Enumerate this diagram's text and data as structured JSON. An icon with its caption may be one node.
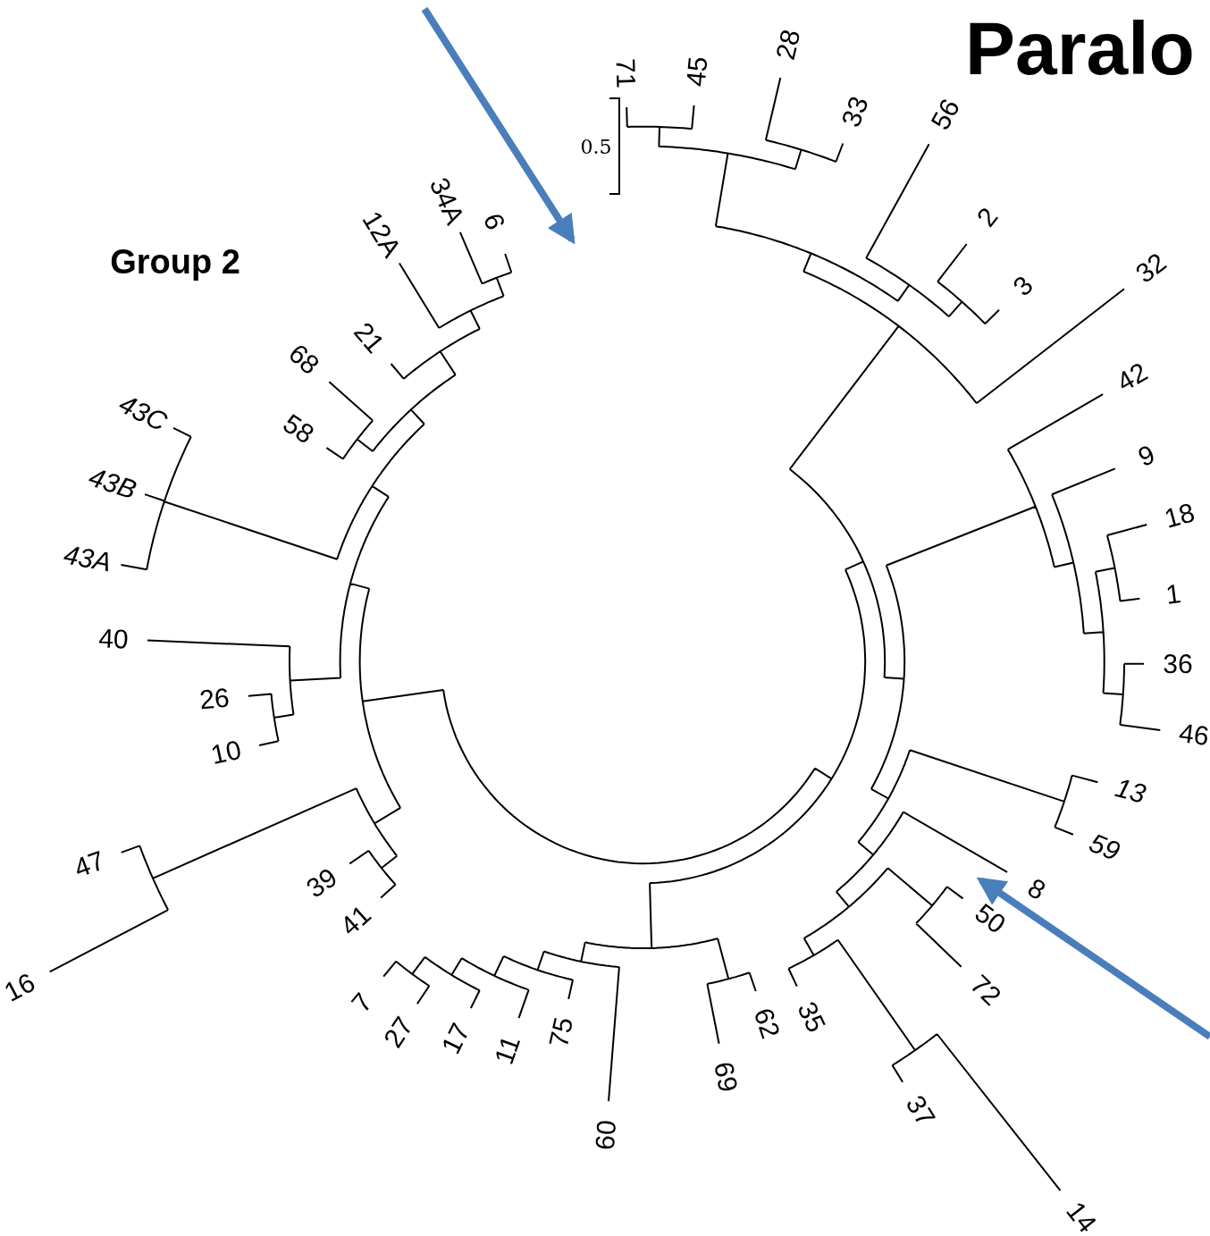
{
  "diagram": {
    "title": "Paralo",
    "labels": [
      "Group 2",
      "0.5",
      "71",
      "45",
      "28",
      "33",
      "56",
      "2",
      "3",
      "32",
      "42",
      "9",
      "18",
      "1",
      "36",
      "46",
      "13",
      "59",
      "8",
      "50",
      "72",
      "14",
      "37",
      "35",
      "62",
      "69",
      "60",
      "75",
      "11",
      "17",
      "27",
      "7",
      "41",
      "39",
      "16",
      "47",
      "10",
      "26",
      "40",
      "43A",
      "43B",
      "43C",
      "58",
      "68",
      "21",
      "12A",
      "34A",
      "6"
    ]
  }
}
